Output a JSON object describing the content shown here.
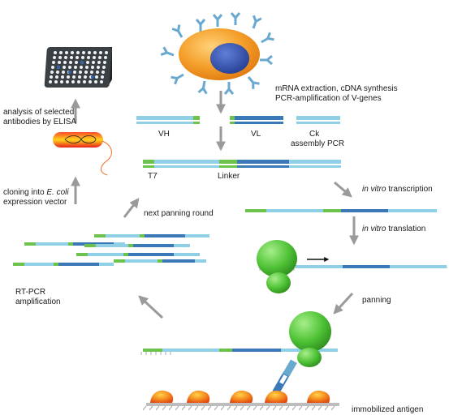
{
  "labels": {
    "mrna_line1": "mRNA extraction, cDNA synthesis",
    "mrna_line2": "PCR-amplification of V-genes",
    "vh": "VH",
    "vl": "VL",
    "ck": "Ck",
    "assembly_pcr": "assembly PCR",
    "t7": "T7",
    "linker": "Linker",
    "in_vitro": "in vitro",
    "transcription": " transcription",
    "translation": " translation",
    "panning": "panning",
    "immobilized_antigen": "immobilized antigen",
    "rtpcr_line1": "RT-PCR",
    "rtpcr_line2": "amplification",
    "next_panning_round": "next panning round",
    "cloning_line1_a": "cloning into ",
    "cloning_line1_b": "E. coli",
    "cloning_line2": "expression vector",
    "elisa_line1": "analysis of selected",
    "elisa_line2": "antibodies by ELISA"
  },
  "colors": {
    "dna_light": "#8fd0e6",
    "dna_dark": "#3a78b8",
    "dna_green": "#6cc24a",
    "cell_orange": "#f39a24",
    "nucleus_blue": "#2f4fa8",
    "antibody_blue": "#6aa9cf",
    "ribosome_green": "#55c43b",
    "arrow_gray": "#9a9a9a",
    "antigen_orange": "#f26b1d",
    "plate_dark": "#3b4045"
  },
  "icons": [
    "b-cell-icon",
    "antibody-icon",
    "elisa-plate-icon",
    "e-coli-icon",
    "ribosome-icon",
    "antigen-icon",
    "arrow-icon"
  ]
}
